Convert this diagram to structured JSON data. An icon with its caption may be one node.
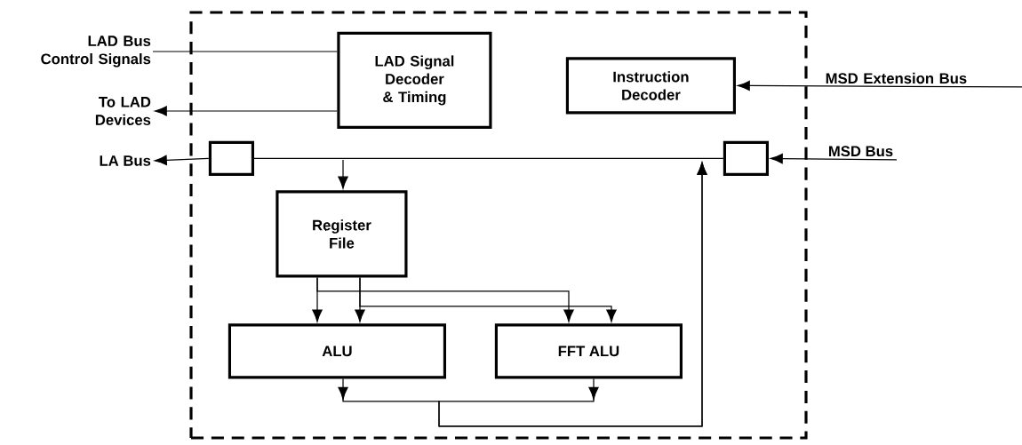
{
  "diagram": {
    "nodes": [
      {
        "text": [],
        "shape": "box"
      },
      {
        "text": [
          "LAD Signal Decoder & Timing"
        ],
        "in": 0
      },
      {
        "text": [
          "Instruction Decoder"
        ],
        "in": 0
      },
      {
        "text": [],
        "shape": "box",
        "in": 0
      },
      {
        "text": [],
        "shape": "box",
        "in": 0
      },
      {
        "text": [
          "Register File"
        ],
        "in": 0
      },
      {
        "text": [
          "ALU"
        ],
        "in": 0
      },
      {
        "text": [
          "FFT ALU"
        ],
        "in": 0
      },
      {
        "text": [
          "LAD Bus Control Signals"
        ]
      },
      {
        "text": [
          "To LAD Devices"
        ]
      },
      {
        "text": [
          "LA Bus"
        ]
      },
      {
        "text": [
          "MSD Extension Bus"
        ]
      },
      {
        "text": [
          "MSD Bus"
        ]
      }
    ],
    "edges": [
      {
        "from": 8,
        "to": 1,
        "arrow": "none"
      },
      {
        "from": 1,
        "to": 9,
        "arrow": "to"
      },
      {
        "from": 3,
        "to": 10,
        "arrow": "to"
      },
      {
        "from": 11,
        "to": 2,
        "arrow": "to"
      },
      {
        "from": 12,
        "to": 4,
        "arrow": "to"
      },
      {
        "from": 4,
        "to": 3,
        "arrow": "none"
      },
      {
        "from": null,
        "to": 5,
        "arrow": "to"
      },
      {
        "from": 5,
        "to": 6,
        "arrow": "to"
      },
      {
        "from": 5,
        "to": 6,
        "arrow": "to"
      },
      {
        "from": 5,
        "to": 7,
        "arrow": "to"
      },
      {
        "from": 5,
        "to": 7,
        "arrow": "to"
      },
      {
        "from": 6,
        "to": null,
        "arrow": "to"
      },
      {
        "from": 7,
        "to": null,
        "arrow": "to"
      }
    ]
  }
}
